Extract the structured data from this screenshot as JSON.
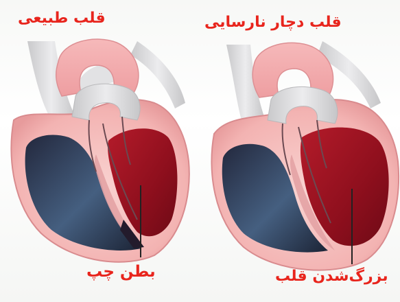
{
  "titles": {
    "normal_heart": "قلب طبیعی",
    "failing_heart": "قلب دچار نارسایی"
  },
  "captions": {
    "left_ventricle": "بطن چپ",
    "heart_enlargement": "بزرگ‌شدن قلب"
  },
  "colors": {
    "label_red": "#e8251d",
    "muscle_pink": "#f3b6b4",
    "chamber_red": "#a01422",
    "chamber_blue": "#3f5877",
    "vessel_pink": "#f2a6a8",
    "vessel_grey": "#d9d9d9"
  }
}
